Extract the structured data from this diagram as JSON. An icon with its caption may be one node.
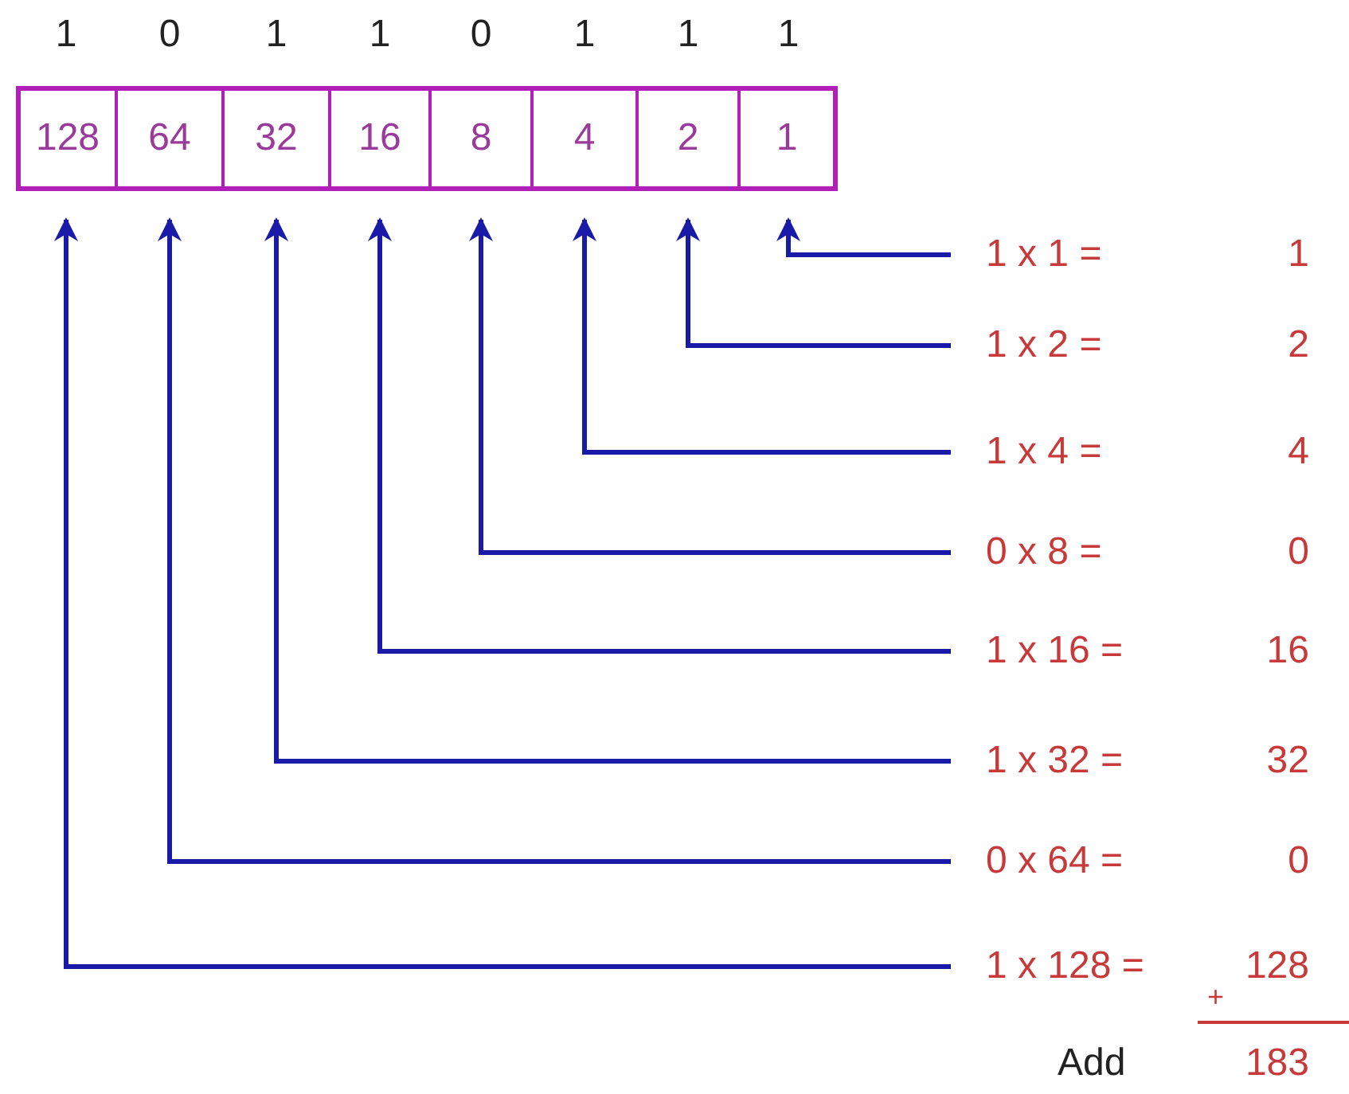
{
  "diagram": {
    "nodes": [
      {
        "text": [
          "128"
        ],
        "beside": [
          "1"
        ]
      },
      {
        "text": [
          "64"
        ],
        "beside": [
          "0"
        ]
      },
      {
        "text": [
          "32"
        ],
        "beside": [
          "1"
        ]
      },
      {
        "text": [
          "16"
        ],
        "beside": [
          "1"
        ]
      },
      {
        "text": [
          "8"
        ],
        "beside": [
          "0"
        ]
      },
      {
        "text": [
          "4"
        ],
        "beside": [
          "1"
        ]
      },
      {
        "text": [
          "2"
        ],
        "beside": [
          "1"
        ]
      },
      {
        "text": [
          "1"
        ],
        "beside": [
          "1"
        ]
      },
      {
        "text": [
          "1 x 1 ="
        ]
      },
      {
        "text": [
          "1 x 2 ="
        ]
      },
      {
        "text": [
          "1 x 4 ="
        ]
      },
      {
        "text": [
          "0 x 8 ="
        ]
      },
      {
        "text": [
          "1 x 16 ="
        ]
      },
      {
        "text": [
          "1 x 32 ="
        ]
      },
      {
        "text": [
          "0 x 64 ="
        ]
      },
      {
        "text": [
          "1 x 128 ="
        ]
      }
    ],
    "edges": [
      {
        "from": 8,
        "to": 7,
        "arrow": "to"
      },
      {
        "from": 9,
        "to": 6,
        "arrow": "to"
      },
      {
        "from": 10,
        "to": 5,
        "arrow": "to"
      },
      {
        "from": 11,
        "to": 4,
        "arrow": "to"
      },
      {
        "from": 12,
        "to": 3,
        "arrow": "to"
      },
      {
        "from": 13,
        "to": 2,
        "arrow": "to"
      },
      {
        "from": 14,
        "to": 1,
        "arrow": "to"
      },
      {
        "from": 15,
        "to": 0,
        "arrow": "to"
      }
    ],
    "labels": [
      "1",
      "2",
      "4",
      "0",
      "16",
      "32",
      "0",
      "128",
      "+",
      "Add",
      "183"
    ]
  }
}
